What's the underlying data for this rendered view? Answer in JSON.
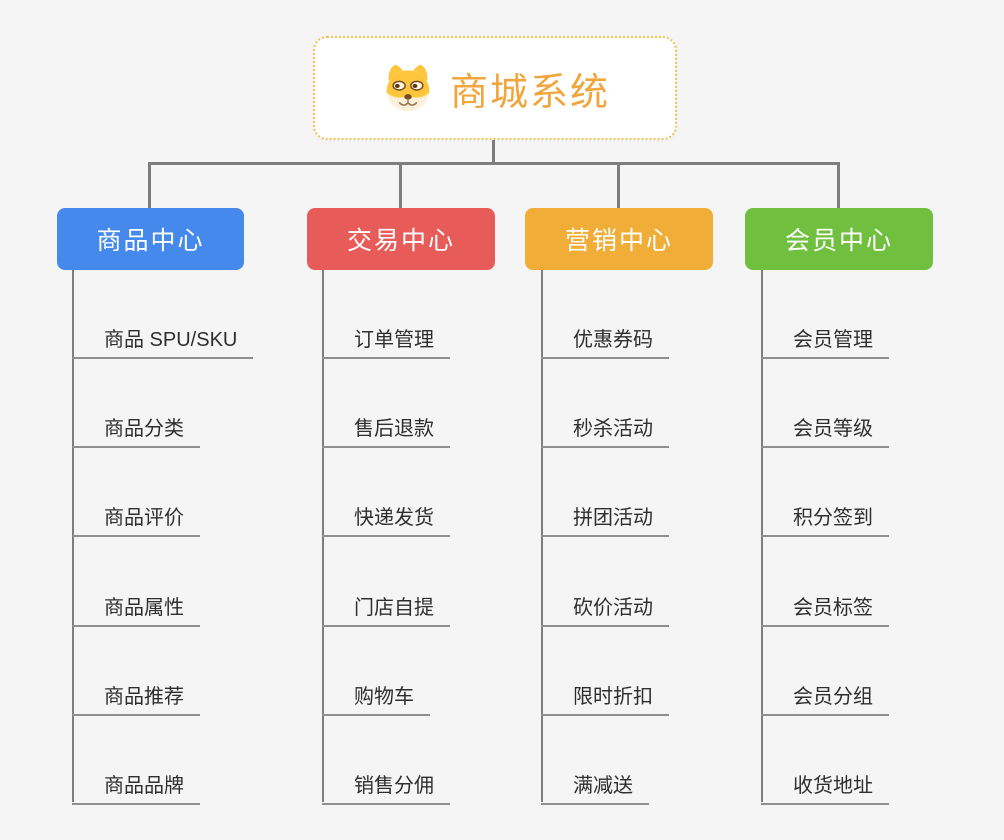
{
  "root": {
    "title": "商城系统",
    "icon": "dog-face-icon",
    "text_color": "#f0a63c",
    "border_color": "#f6bd52"
  },
  "connector_color": "#7e7e7e",
  "leaf_underline_color": "#8f8f8f",
  "leaf_text_color": "#2e2e2e",
  "branches": [
    {
      "label": "商品中心",
      "color": "#4489eb",
      "children": [
        "商品 SPU/SKU",
        "商品分类",
        "商品评价",
        "商品属性",
        "商品推荐",
        "商品品牌"
      ]
    },
    {
      "label": "交易中心",
      "color": "#e75b58",
      "children": [
        "订单管理",
        "售后退款",
        "快递发货",
        "门店自提",
        "购物车",
        "销售分佣"
      ]
    },
    {
      "label": "营销中心",
      "color": "#f0ad37",
      "children": [
        "优惠券码",
        "秒杀活动",
        "拼团活动",
        "砍价活动",
        "限时折扣",
        "满减送"
      ]
    },
    {
      "label": "会员中心",
      "color": "#70bf3f",
      "children": [
        "会员管理",
        "会员等级",
        "积分签到",
        "会员标签",
        "会员分组",
        "收货地址"
      ]
    }
  ]
}
